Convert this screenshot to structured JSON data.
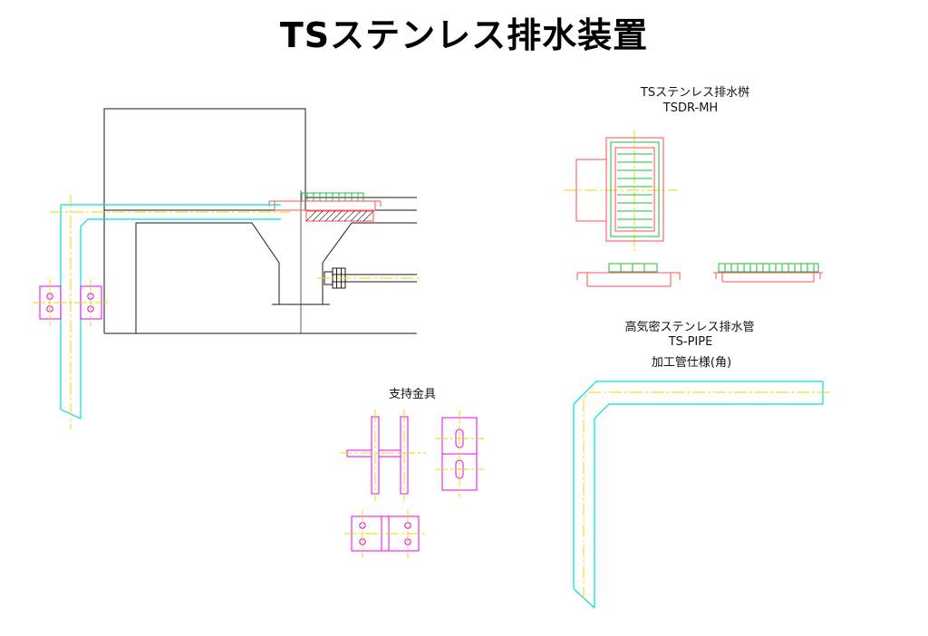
{
  "title": "TSステンレス排水装置",
  "sections": {
    "basin": {
      "title": "TSステンレス排水桝",
      "model": "TSDR-MH"
    },
    "pipe": {
      "title": "高気密ステンレス排水管",
      "model": "TS-PIPE",
      "spec": "加工管仕様(角)"
    },
    "bracket": {
      "title": "支持金具"
    }
  },
  "colors": {
    "line_black": "#1a1a1a",
    "pipe_cyan": "#00dede",
    "bracket_magenta": "#ee00ee",
    "drain_red": "#ff4d4d",
    "grate_green": "#22bb44",
    "centerline_yellow": "#e8d800",
    "bg": "#ffffff"
  }
}
